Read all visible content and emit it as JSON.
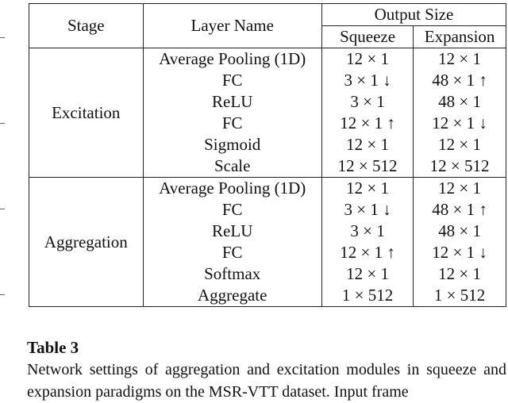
{
  "table": {
    "headers": {
      "stage": "Stage",
      "layer_name": "Layer Name",
      "output_size": "Output Size",
      "squeeze": "Squeeze",
      "expansion": "Expansion"
    },
    "groups": [
      {
        "stage": "Excitation",
        "rows": [
          {
            "layer": "Average Pooling (1D)",
            "squeeze": "12 × 1",
            "expansion": "12 × 1"
          },
          {
            "layer": "FC",
            "squeeze": "3 × 1 ↓",
            "expansion": "48 × 1 ↑"
          },
          {
            "layer": "ReLU",
            "squeeze": "3 × 1",
            "expansion": "48 × 1"
          },
          {
            "layer": "FC",
            "squeeze": "12 × 1 ↑",
            "expansion": "12 × 1 ↓"
          },
          {
            "layer": "Sigmoid",
            "squeeze": "12 × 1",
            "expansion": "12 × 1"
          },
          {
            "layer": "Scale",
            "squeeze": "12 × 512",
            "expansion": "12 × 512"
          }
        ]
      },
      {
        "stage": "Aggregation",
        "rows": [
          {
            "layer": "Average Pooling (1D)",
            "squeeze": "12 × 1",
            "expansion": "12 × 1"
          },
          {
            "layer": "FC",
            "squeeze": "3 × 1 ↓",
            "expansion": "48 × 1 ↑"
          },
          {
            "layer": "ReLU",
            "squeeze": "3 × 1",
            "expansion": "48 × 1"
          },
          {
            "layer": "FC",
            "squeeze": "12 × 1 ↑",
            "expansion": "12 × 1 ↓"
          },
          {
            "layer": "Softmax",
            "squeeze": "12 × 1",
            "expansion": "12 × 1"
          },
          {
            "layer": "Aggregate",
            "squeeze": "1 × 512",
            "expansion": "1 × 512"
          }
        ]
      }
    ]
  },
  "caption": {
    "title": "Table 3",
    "text": "Network settings of aggregation and excitation modules in squeeze and expansion paradigms on the MSR-VTT dataset. Input frame"
  }
}
